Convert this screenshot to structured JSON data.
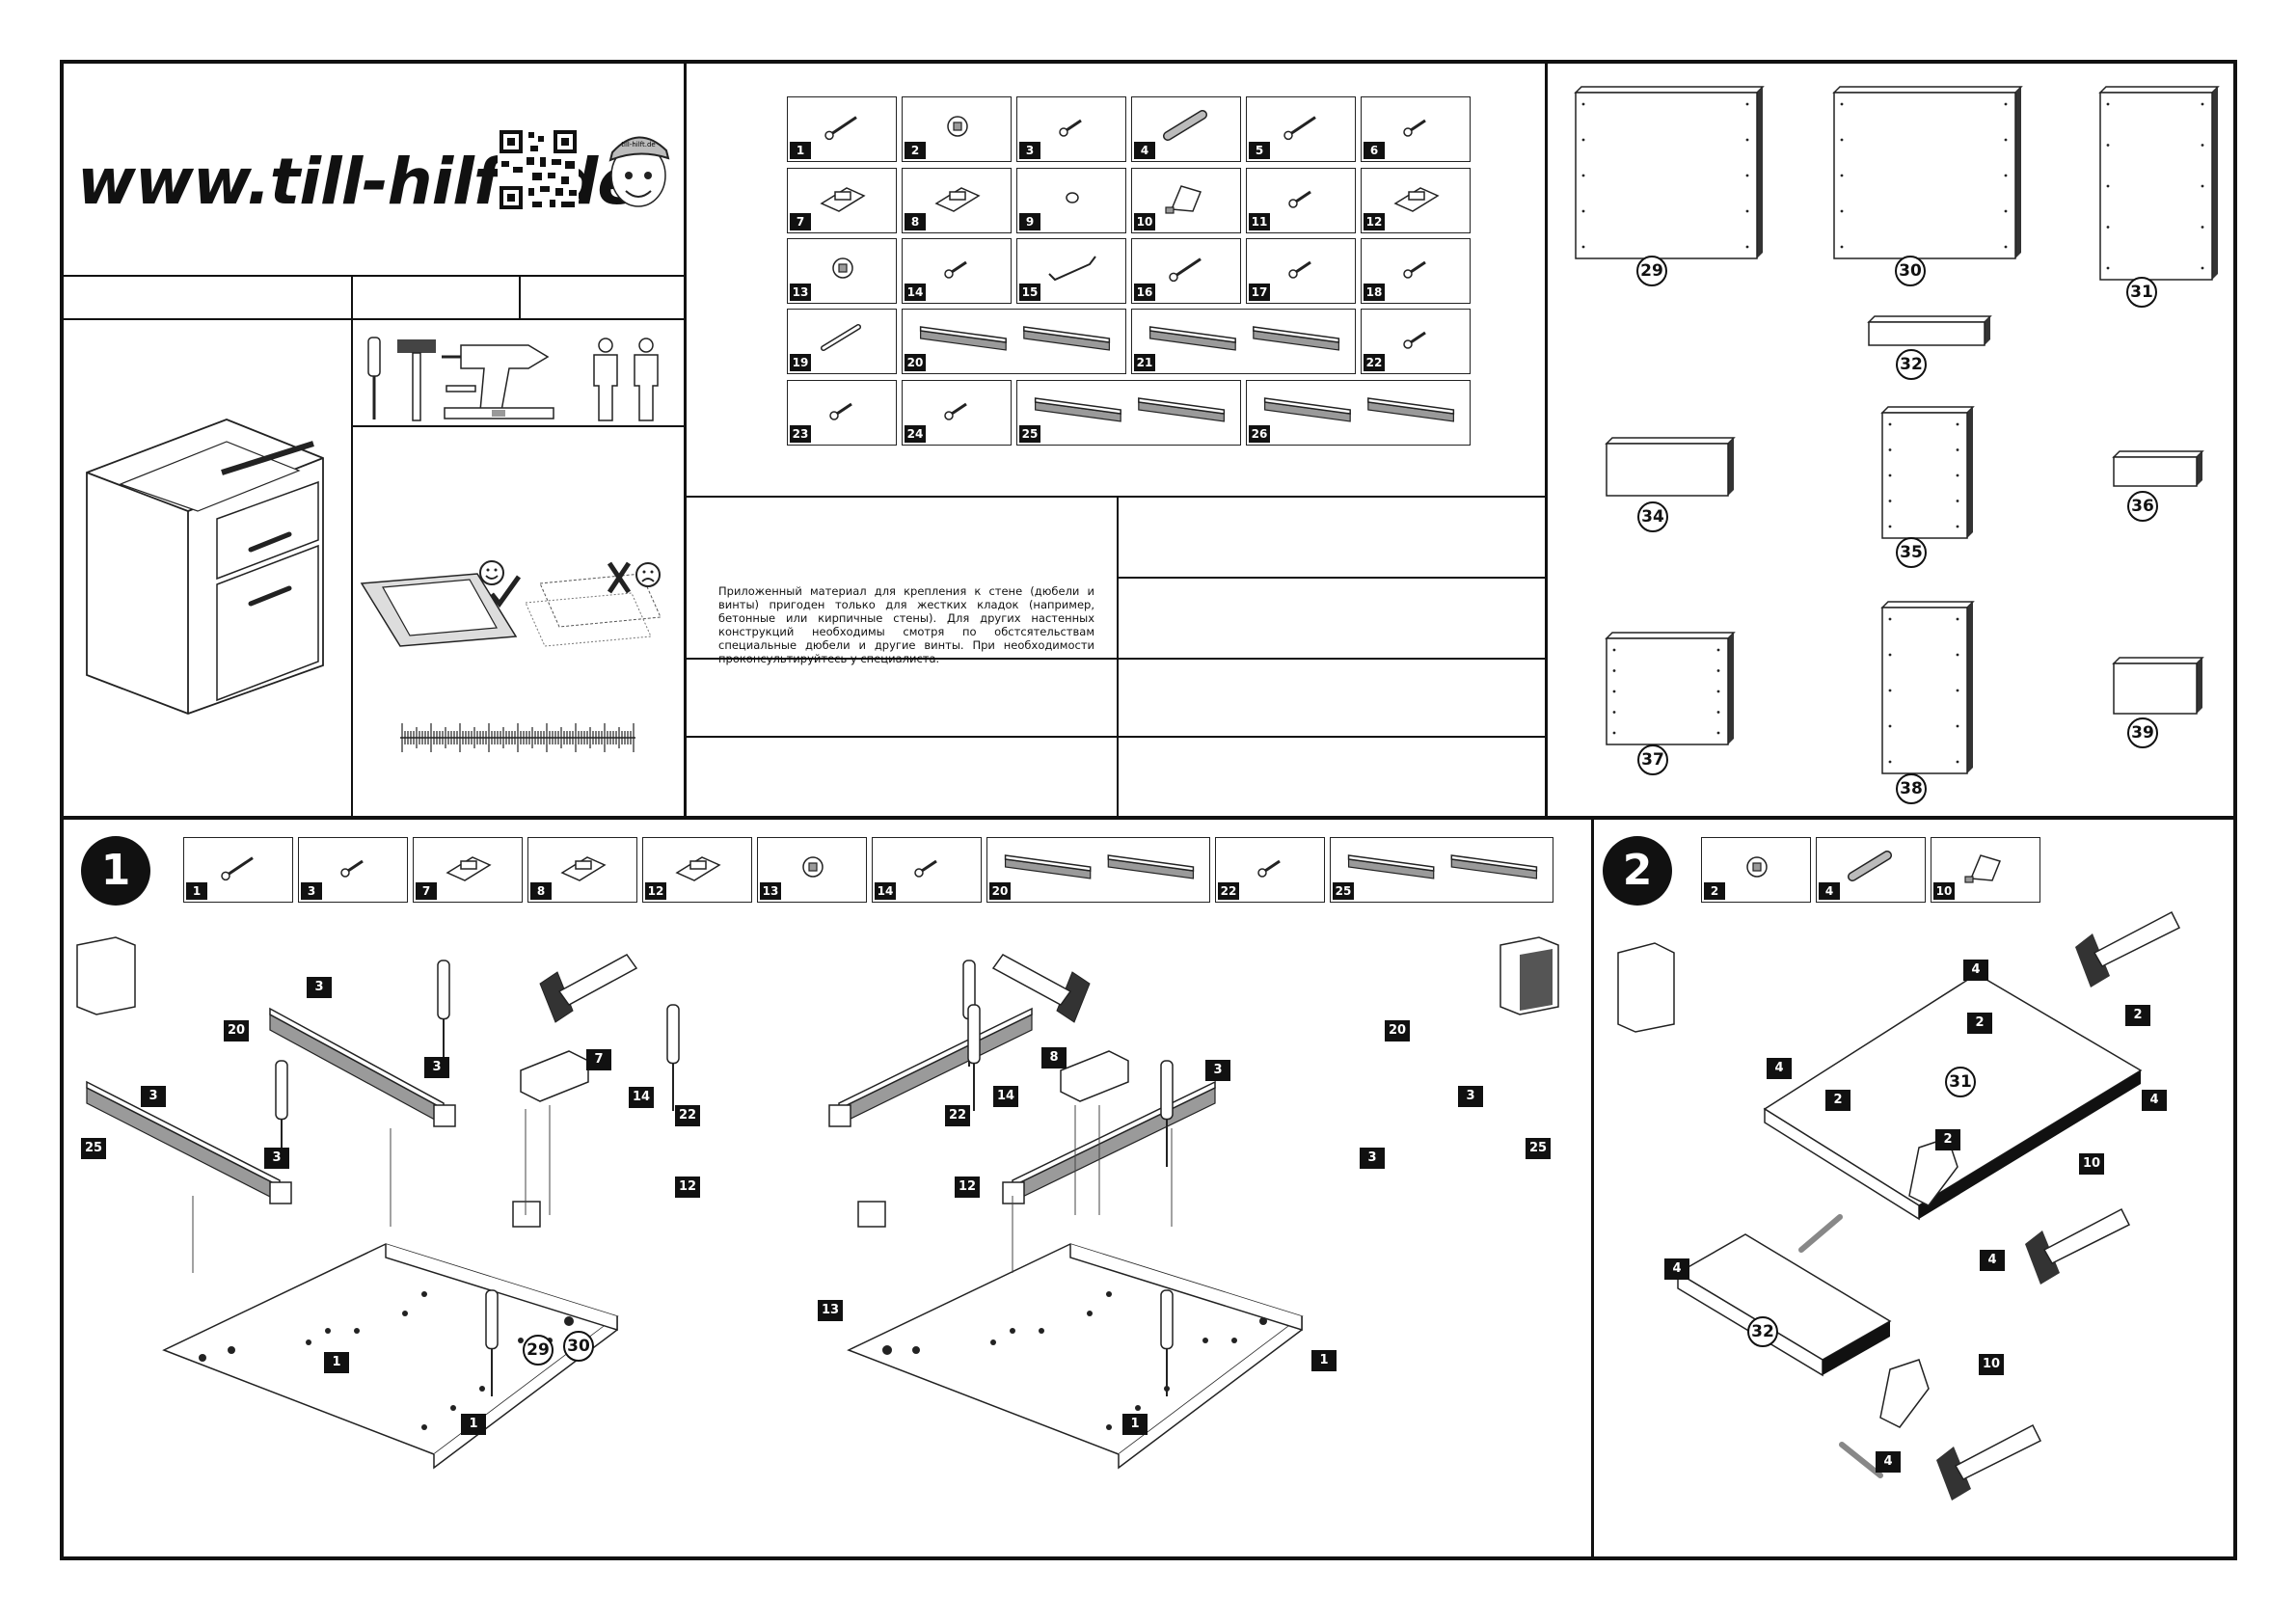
{
  "header": {
    "website": "www.till-hilft.de",
    "qr_icon": "qr-code-icon",
    "mascot_icon": "boy-mascot-icon",
    "mascot_cap_text": "till-hilft.de"
  },
  "tools": [
    "screwdriver-icon",
    "hammer-icon",
    "drill-icon",
    "spirit-level-icon",
    "two-persons-icon"
  ],
  "surface_hint": {
    "ok_icon": "smiley-check-icon",
    "bad_icon": "sad-cross-icon"
  },
  "warning_text": "Приложенный материал для крепления к стене (дюбели и винты) пригоден только для жестких кладок (например, бетонные или кирпичные стены). Для других настенных конструкций необходимы смотря по обстсятельствам специальные дюбели и другие винты. При необходимости проконсультируйтесь у специалиста.",
  "hardware_parts": [
    {
      "num": "1",
      "icon": "anchor-bolt-icon"
    },
    {
      "num": "2",
      "icon": "cam-lock-icon"
    },
    {
      "num": "3",
      "icon": "small-screw-icon"
    },
    {
      "num": "4",
      "icon": "wooden-dowel-icon"
    },
    {
      "num": "5",
      "icon": "hook-screw-icon"
    },
    {
      "num": "6",
      "icon": "wall-plug-icon"
    },
    {
      "num": "7",
      "icon": "hanger-bracket-icon"
    },
    {
      "num": "8",
      "icon": "hanger-bracket-icon"
    },
    {
      "num": "9",
      "icon": "cap-icon"
    },
    {
      "num": "10",
      "icon": "glue-tube-icon"
    },
    {
      "num": "11",
      "icon": "screw-icon"
    },
    {
      "num": "12",
      "icon": "angle-bracket-icon"
    },
    {
      "num": "13",
      "icon": "cover-cap-icon"
    },
    {
      "num": "14",
      "icon": "screw-icon"
    },
    {
      "num": "15",
      "icon": "handle-icon"
    },
    {
      "num": "16",
      "icon": "long-screw-icon"
    },
    {
      "num": "17",
      "icon": "clip-icon"
    },
    {
      "num": "18",
      "icon": "screw-icon"
    },
    {
      "num": "19",
      "icon": "rod-icon"
    },
    {
      "num": "20",
      "icon": "drawer-rail-icon"
    },
    {
      "num": "21",
      "icon": "drawer-rail-icon"
    },
    {
      "num": "22",
      "icon": "screw-icon"
    },
    {
      "num": "23",
      "icon": "screw-icon"
    },
    {
      "num": "24",
      "icon": "handle-screw-icon"
    },
    {
      "num": "25",
      "icon": "drawer-rail-icon"
    },
    {
      "num": "26",
      "icon": "drawer-rail-icon"
    }
  ],
  "panels": [
    "29",
    "30",
    "31",
    "32",
    "34",
    "35",
    "36",
    "37",
    "38",
    "39"
  ],
  "step1": {
    "number": "1",
    "parts": [
      "1",
      "3",
      "7",
      "8",
      "12",
      "13",
      "14",
      "20",
      "22",
      "25"
    ],
    "callouts": [
      "3",
      "20",
      "3",
      "7",
      "14",
      "22",
      "12",
      "3",
      "25",
      "3",
      "1",
      "1",
      "29",
      "13",
      "30",
      "8",
      "22",
      "14",
      "12",
      "3",
      "20",
      "3",
      "25",
      "3",
      "1",
      "1"
    ]
  },
  "step2": {
    "number": "2",
    "parts": [
      "2",
      "4",
      "10"
    ],
    "callouts": [
      "4",
      "2",
      "2",
      "4",
      "2",
      "4",
      "2",
      "10",
      "4",
      "4",
      "10",
      "4"
    ],
    "panels": [
      "31",
      "32"
    ]
  }
}
